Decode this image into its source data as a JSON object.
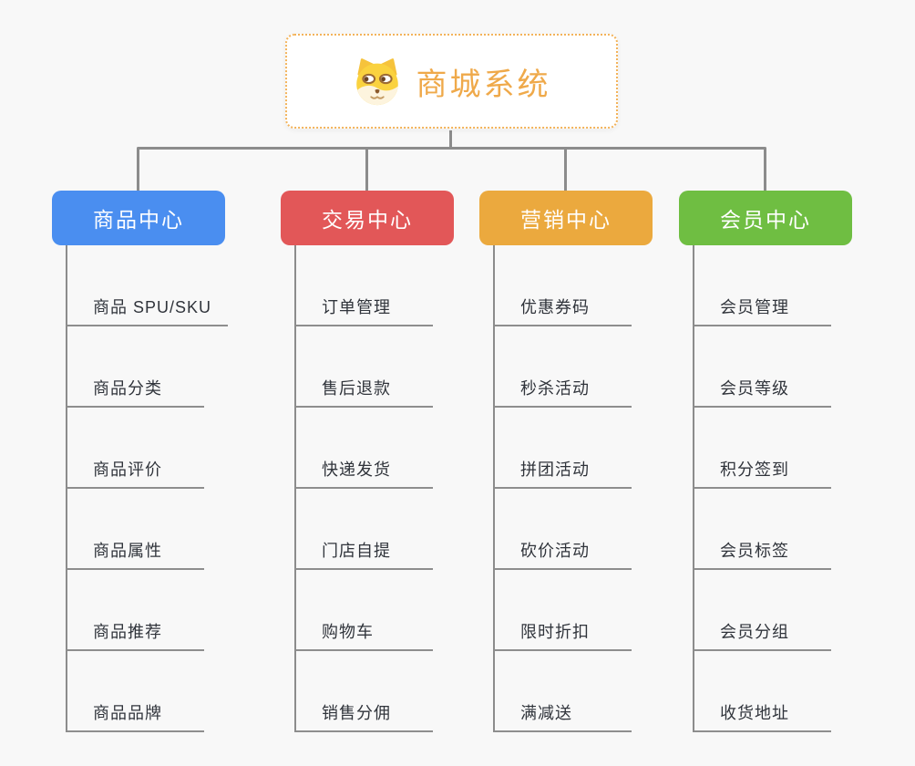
{
  "root": {
    "label": "商城系统",
    "icon": "dog-face-icon"
  },
  "branches": [
    {
      "name": "product-center",
      "label": "商品中心",
      "color": "#4A8EF0",
      "items": [
        "商品 SPU/SKU",
        "商品分类",
        "商品评价",
        "商品属性",
        "商品推荐",
        "商品品牌"
      ]
    },
    {
      "name": "trade-center",
      "label": "交易中心",
      "color": "#E25758",
      "items": [
        "订单管理",
        "售后退款",
        "快递发货",
        "门店自提",
        "购物车",
        "销售分佣"
      ]
    },
    {
      "name": "marketing-center",
      "label": "营销中心",
      "color": "#EBA93E",
      "items": [
        "优惠券码",
        "秒杀活动",
        "拼团活动",
        "砍价活动",
        "限时折扣",
        "满减送"
      ]
    },
    {
      "name": "member-center",
      "label": "会员中心",
      "color": "#6FBE42",
      "items": [
        "会员管理",
        "会员等级",
        "积分签到",
        "会员标签",
        "会员分组",
        "收货地址"
      ]
    }
  ],
  "colors": {
    "background": "#F8F8F8",
    "connector": "#8C8C8C",
    "leaf_line": "#8E8E8E",
    "leaf_text": "#30343B",
    "root_text": "#EFA94A",
    "root_border": "#F3B35A"
  }
}
